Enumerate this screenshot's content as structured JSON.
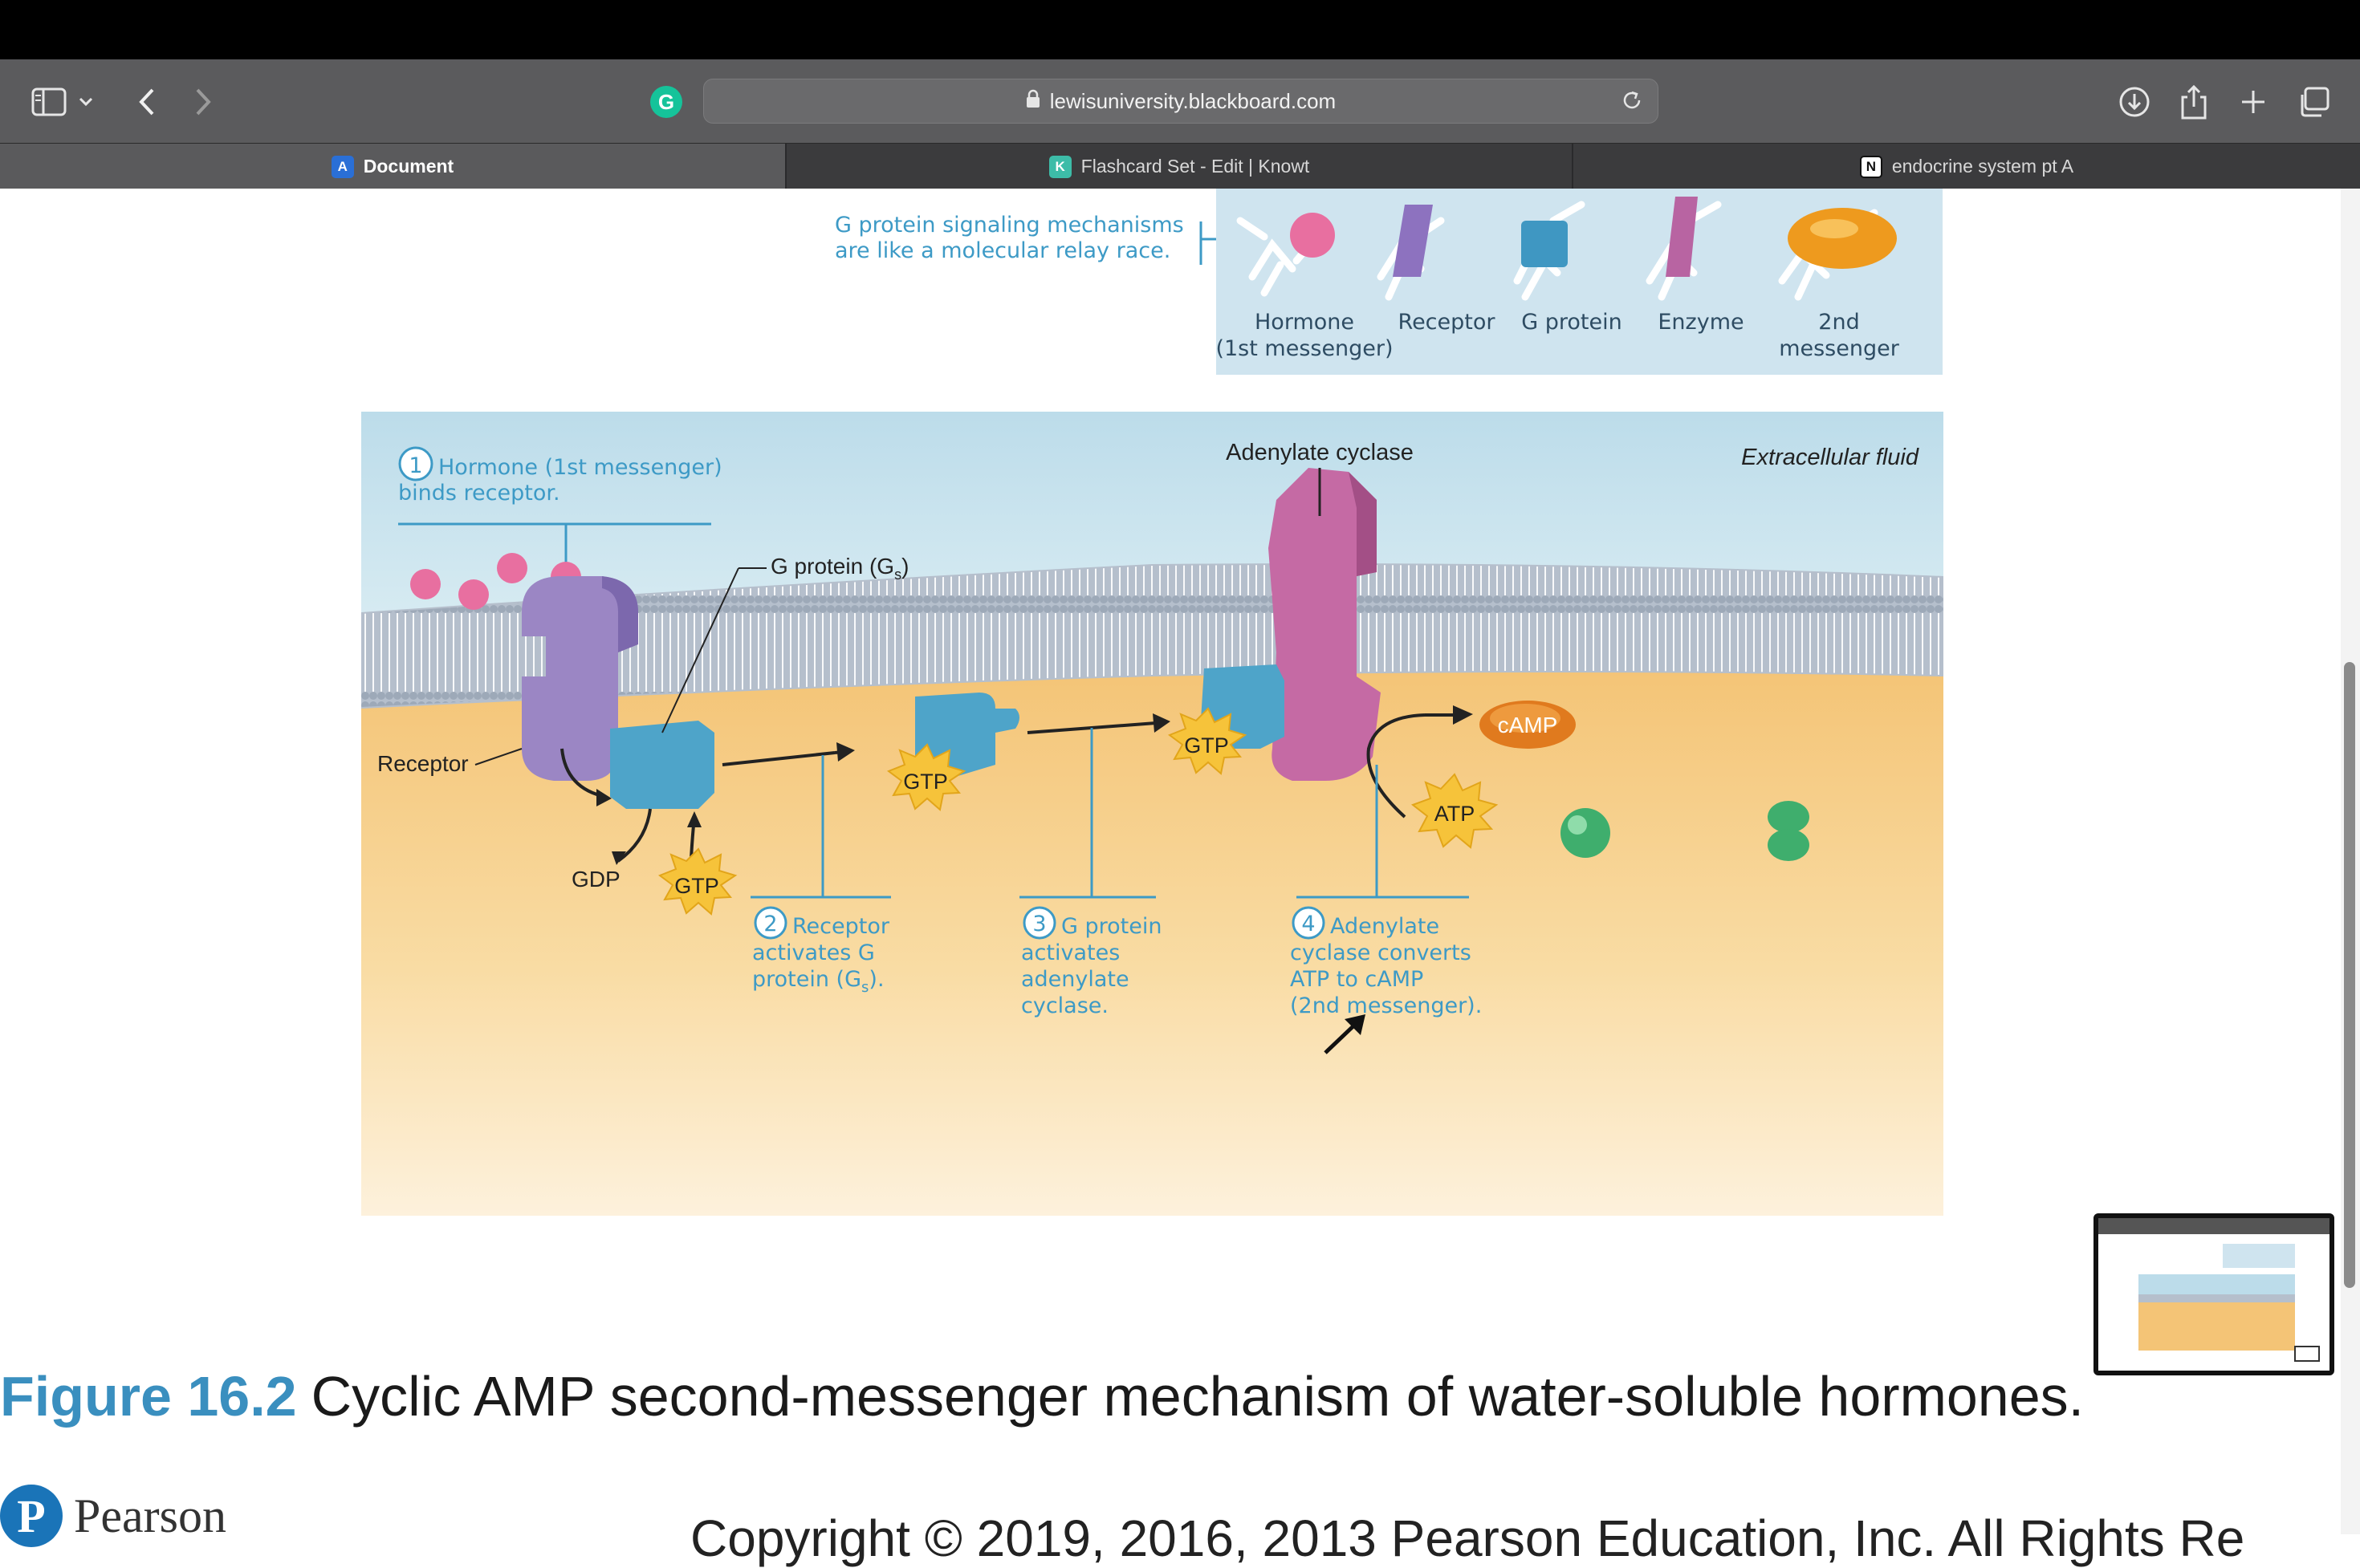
{
  "browser": {
    "url": "lewisuniversity.blackboard.com",
    "tabs": [
      {
        "label": "Document",
        "favicon": "A",
        "active": true
      },
      {
        "label": "Flashcard Set - Edit | Knowt",
        "favicon": "K",
        "active": false
      },
      {
        "label": "endocrine system pt A",
        "favicon": "N",
        "active": false
      }
    ]
  },
  "relay": {
    "caption_line1": "G protein signaling mechanisms",
    "caption_line2": "are like a molecular relay race.",
    "runners": [
      {
        "line1": "Hormone",
        "line2": "(1st messenger)"
      },
      {
        "line1": "Receptor",
        "line2": ""
      },
      {
        "line1": "G protein",
        "line2": ""
      },
      {
        "line1": "Enzyme",
        "line2": ""
      },
      {
        "line1": "2nd",
        "line2": "messenger"
      }
    ]
  },
  "diagram": {
    "extracellular": "Extracellular fluid",
    "adenylate_label": "Adenylate cyclase",
    "gprotein_label": "G protein (G",
    "gprotein_sub": "s",
    "gprotein_close": ")",
    "receptor_label": "Receptor",
    "gdp": "GDP",
    "gtp": "GTP",
    "atp": "ATP",
    "camp": "cAMP",
    "step1_num": "1",
    "step1_line1": "Hormone (1st messenger)",
    "step1_line2": "binds receptor.",
    "step2_num": "2",
    "step2_line1": "Receptor",
    "step2_line2": "activates G",
    "step2_line3": "protein (G",
    "step2_sub": "s",
    "step2_close": ").",
    "step3_num": "3",
    "step3_line1": "G protein",
    "step3_line2": "activates",
    "step3_line3": "adenylate",
    "step3_line4": "cyclase.",
    "step4_num": "4",
    "step4_line1": "Adenylate",
    "step4_line2": "cyclase converts",
    "step4_line3": "ATP to cAMP",
    "step4_line4": "(2nd messenger)."
  },
  "figure": {
    "number": "Figure 16.2",
    "title": "Cyclic AMP second-messenger mechanism of water-soluble hormones."
  },
  "footer": {
    "brand": "Pearson",
    "copyright": "Copyright © 2019, 2016, 2013 Pearson Education, Inc. All Rights Re"
  },
  "colors": {
    "accent": "#3d9ac6",
    "receptor": "#9b86c4",
    "gprotein": "#4ea4c9",
    "adenylate": "#c56aa4",
    "hormone": "#e86fa0",
    "gtp": "#f6c33a",
    "camp": "#e07a1e"
  }
}
